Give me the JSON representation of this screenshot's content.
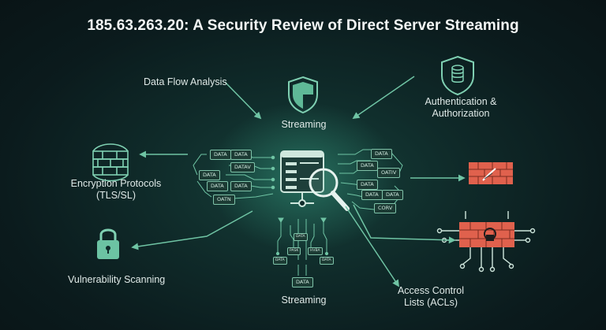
{
  "title": "185.63.263.20: A Security Review of Direct Server Streaming",
  "labels": {
    "data_flow": "Data Flow Analysis",
    "streaming_top": "Streaming",
    "auth_line1": "Authentication &",
    "auth_line2": "Authorization",
    "encryption_line1": "Encryption Protocols",
    "encryption_line2": "(TLS/SL)",
    "vulnerability": "Vulnerability Scanning",
    "streaming_bottom": "Streaming",
    "acl_line1": "Access Control",
    "acl_line2": "Lists (ACLs)"
  },
  "chips_left": [
    "DATA",
    "DATA",
    "DATAV",
    "DATA",
    "DATA",
    "DATA",
    "OATN"
  ],
  "chips_right": [
    "DATA",
    "DATA",
    "DATA",
    "OATIV",
    "DATA",
    "DATA",
    "CORV"
  ],
  "chips_bottom": [
    "DATA",
    "DATA",
    "PASK",
    "DATA",
    "HVBA",
    "DATA"
  ],
  "colors": {
    "accent": "#6fc4a4",
    "firewall": "#e0614d",
    "background": "#0f2a29"
  }
}
